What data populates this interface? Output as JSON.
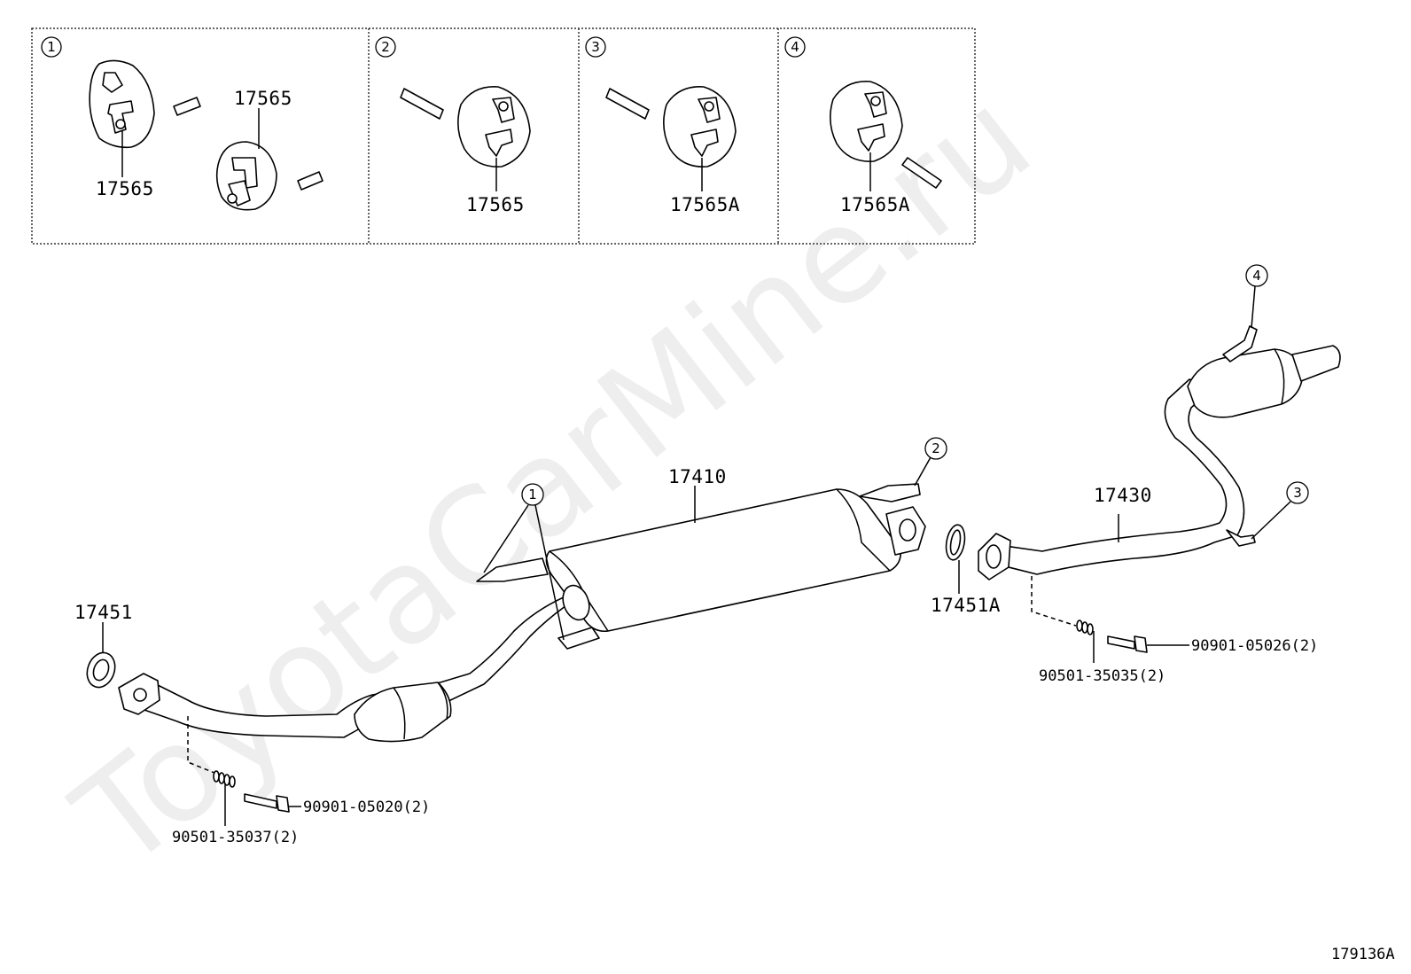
{
  "watermark": "ToyotaCarMine.ru",
  "diagram_code": "179136A",
  "inset_panels": [
    {
      "number": "1",
      "labels": [
        "17565",
        "17565"
      ]
    },
    {
      "number": "2",
      "labels": [
        "17565"
      ]
    },
    {
      "number": "3",
      "labels": [
        "17565A"
      ]
    },
    {
      "number": "4",
      "labels": [
        "17565A"
      ]
    }
  ],
  "callouts": {
    "c1": "1",
    "c2": "2",
    "c3": "3",
    "c4": "4"
  },
  "parts": {
    "front_pipe_gasket": "17451",
    "center_muffler": "17410",
    "tail_pipe": "17430",
    "rear_gasket": "17451A",
    "bolt_front": "90901-05020(2)",
    "spring_front": "90501-35037(2)",
    "bolt_rear": "90901-05026(2)",
    "spring_rear": "90501-35035(2)"
  }
}
